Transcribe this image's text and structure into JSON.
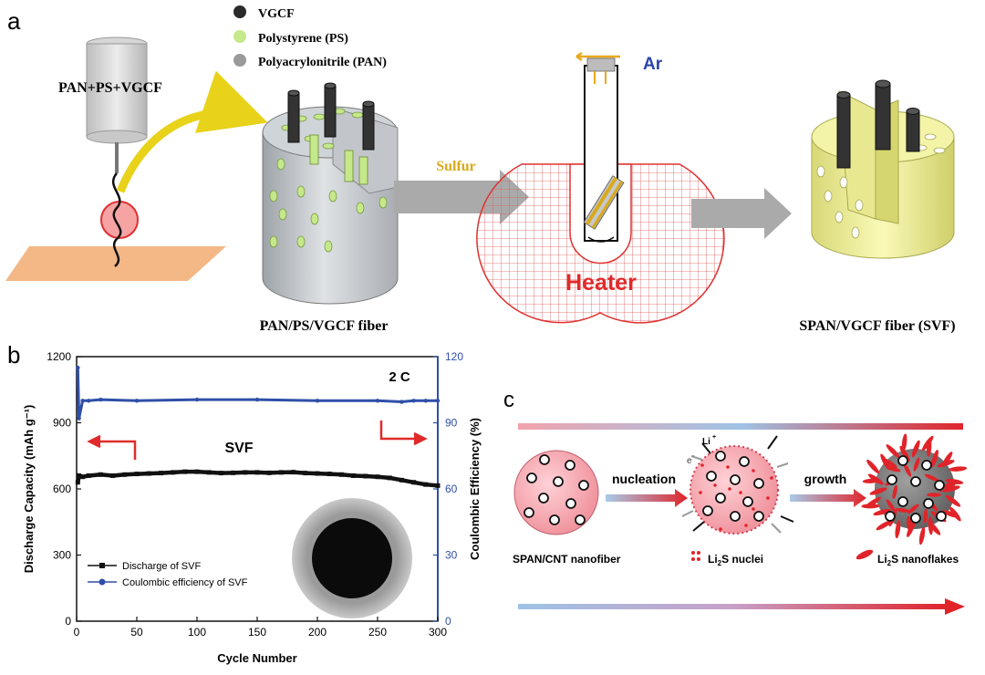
{
  "panel_a": {
    "letter": "a",
    "legend": [
      {
        "label": "VGCF",
        "color": "#2a2a2a"
      },
      {
        "label": "Polystyrene (PS)",
        "color": "#c5e88a"
      },
      {
        "label": "Polyacrylonitrile (PAN)",
        "color": "#9a9a9a"
      }
    ],
    "syringe_label": "PAN+PS+VGCF",
    "sulfur_label": "Sulfur",
    "ar_label": "Ar",
    "heater_label": "Heater",
    "fiber_left_caption": "PAN/PS/VGCF fiber",
    "fiber_right_caption": "SPAN/VGCF fiber (SVF)"
  },
  "panel_b": {
    "letter": "b",
    "rate_label": "2 C",
    "sample_label": "SVF",
    "legend": [
      "Discharge of SVF",
      "Coulombic efficiency of SVF"
    ],
    "colors": {
      "discharge": "#111111",
      "ce": "#2f4fa8",
      "arrow": "#e02b2b"
    }
  },
  "panel_c": {
    "letter": "c",
    "nucleation_label": "nucleation",
    "growth_label": "growth",
    "li_label": "Li",
    "li_sup": "+",
    "e_label": "e",
    "e_sup": "-",
    "start_caption": "SPAN/CNT nanofiber",
    "nuclei_caption_pre": "Li",
    "nuclei_caption_sub": "2",
    "nuclei_caption_post": "S nuclei",
    "flakes_caption_pre": "Li",
    "flakes_caption_sub": "2",
    "flakes_caption_post": "S nanoflakes",
    "colors": {
      "red": "#e0242a",
      "blue": "#6fa3d6",
      "pink": "#f2a6ae"
    }
  },
  "chart_data": {
    "type": "scatter",
    "title": "",
    "xlabel": "Cycle Number",
    "ylabel_left": "Discharge Capacity (mAh g⁻¹)",
    "ylabel_right": "Coulombic Efficiency (%)",
    "xlim": [
      0,
      300
    ],
    "ylim_left": [
      0,
      1200
    ],
    "ylim_right": [
      0,
      120
    ],
    "x_ticks": [
      0,
      50,
      100,
      150,
      200,
      250,
      300
    ],
    "y_ticks_left": [
      0,
      300,
      600,
      900,
      1200
    ],
    "y_ticks_right": [
      0,
      30,
      60,
      90,
      120
    ],
    "legend_position": "bottom-left",
    "grid": false,
    "series": [
      {
        "name": "Discharge of SVF",
        "axis": "left",
        "x": [
          1,
          2,
          5,
          10,
          20,
          30,
          40,
          50,
          60,
          70,
          80,
          90,
          100,
          110,
          120,
          130,
          140,
          150,
          160,
          170,
          180,
          190,
          200,
          210,
          220,
          230,
          240,
          250,
          260,
          270,
          280,
          290,
          300
        ],
        "y": [
          630,
          660,
          655,
          660,
          665,
          660,
          665,
          668,
          670,
          672,
          675,
          678,
          678,
          675,
          672,
          673,
          675,
          675,
          673,
          675,
          676,
          672,
          670,
          668,
          665,
          660,
          658,
          655,
          650,
          640,
          630,
          620,
          615
        ]
      },
      {
        "name": "Coulombic efficiency of SVF",
        "axis": "right",
        "x": [
          1,
          2,
          5,
          10,
          20,
          50,
          100,
          150,
          200,
          250,
          270,
          280,
          290,
          300
        ],
        "y": [
          115,
          92,
          100,
          100,
          100.5,
          100,
          100.5,
          100.5,
          100,
          100,
          99.5,
          100,
          100,
          100
        ]
      }
    ]
  }
}
